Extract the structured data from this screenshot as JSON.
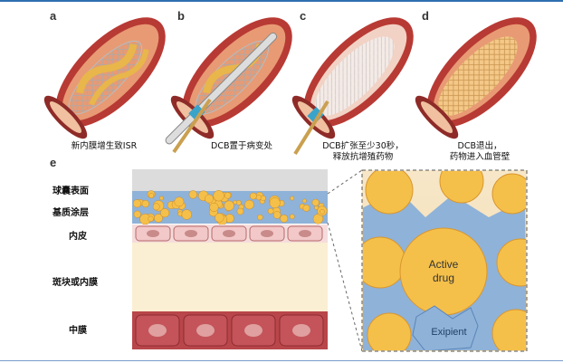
{
  "panels": {
    "a": {
      "letter": "a",
      "caption": "新内膜增生致ISR"
    },
    "b": {
      "letter": "b",
      "caption": "DCB置于病变处"
    },
    "c": {
      "letter": "c",
      "caption_line1": "DCB扩张至少30秒，",
      "caption_line2": "释放抗增殖药物"
    },
    "d": {
      "letter": "d",
      "caption_line1": "DCB退出，",
      "caption_line2": "药物进入血管壁"
    },
    "e": {
      "letter": "e"
    }
  },
  "layers": {
    "balloon_surface": "球囊表面",
    "matrix_coating": "基质涂层",
    "endothelium": "内皮",
    "plaque_intima": "斑块或内膜",
    "media": "中膜"
  },
  "zoom": {
    "active_drug_line1": "Active",
    "active_drug_line2": "drug",
    "excipient": "Exipient"
  },
  "colors": {
    "vessel_outer": "#c44a3e",
    "vessel_inner": "#e8a07a",
    "drug": "#f5c04a",
    "excipient": "#8fb2d8",
    "cell": "#e8b4b4",
    "media": "#b8464a"
  }
}
